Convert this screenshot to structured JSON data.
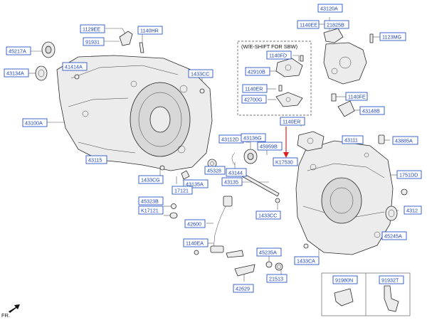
{
  "diagram": {
    "subassembly_caption": "(W/E-SHIFT FOR SBW)",
    "footer_text": "FR.",
    "accent_color": "#2b56c8",
    "highlight_color": "#e01e1e",
    "callouts": {
      "p43120a": "43120A",
      "p1129ee": "1129EE",
      "p1140hr": "1140HR",
      "p91931": "91931",
      "p45217a": "45217A",
      "p43134a": "43134A",
      "p41414a": "41414A",
      "p43100a": "43100A",
      "p1433cc_a": "1433CC",
      "p43115": "43115",
      "p1433cg": "1433CG",
      "p1140ee": "1140EE",
      "p21825b": "21825B",
      "p1123mg": "1123MG",
      "p1140fd": "1140FD",
      "p42910b": "42910B",
      "p1140er_a": "1140ER",
      "p42700g": "42700G",
      "p1140fe": "1140FE",
      "p43148b": "43148B",
      "p1140er_b": "1140ER",
      "p43111": "43111",
      "p43885a": "43885A",
      "p43112d": "43112D",
      "p43136g": "43136G",
      "p45959b": "45959B",
      "p45328": "45328",
      "pk17530": "K17530",
      "p43144": "43144",
      "p43135": "43135",
      "p43135a": "43135A",
      "p17121": "17121",
      "p45323b": "45323B",
      "pk17121": "K17121",
      "p1751dd": "1751DD",
      "p4312": "4312",
      "p1433cc_b": "1433CC",
      "p1433ca": "1433CA",
      "p42600": "42600",
      "p45245a": "45245A",
      "p1140ea": "1140EA",
      "p45235a": "45235A",
      "p21513": "21513",
      "p42629": "42629",
      "p91980n": "91980N",
      "p91932t": "91932T"
    }
  }
}
